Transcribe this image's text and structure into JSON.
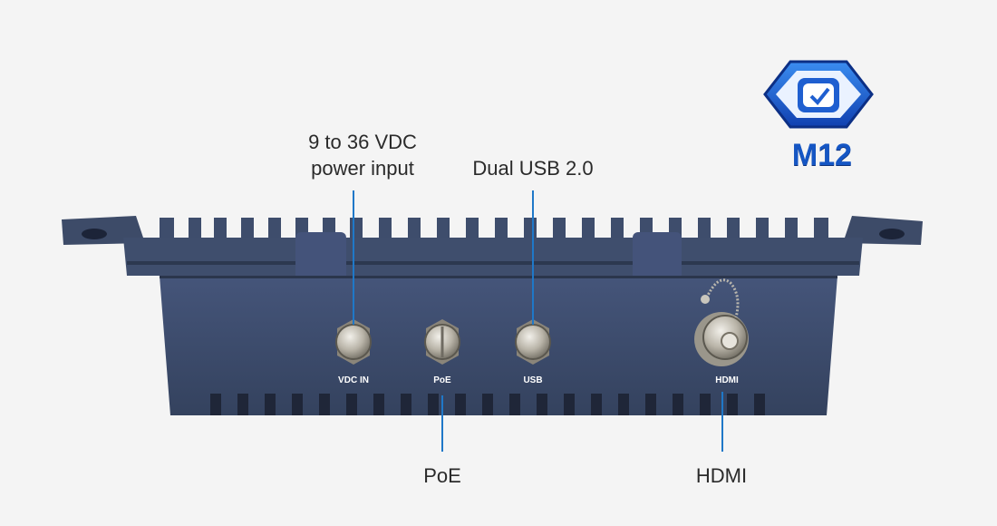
{
  "callouts": {
    "power": [
      "9 to 36 VDC",
      "power input"
    ],
    "usb": "Dual USB 2.0",
    "poe": "PoE",
    "hdmi": "HDMI"
  },
  "ports": {
    "vdc_in": "VDC IN",
    "poe": "PoE",
    "usb": "USB",
    "hdmi": "HDMI"
  },
  "badge": {
    "label": "M12",
    "icon": "shield-check-icon"
  },
  "colors": {
    "background": "#f4f4f4",
    "enclosure": "#3b4a66",
    "leader_line": "#1f78c8",
    "badge_blue": "#1556c4"
  }
}
